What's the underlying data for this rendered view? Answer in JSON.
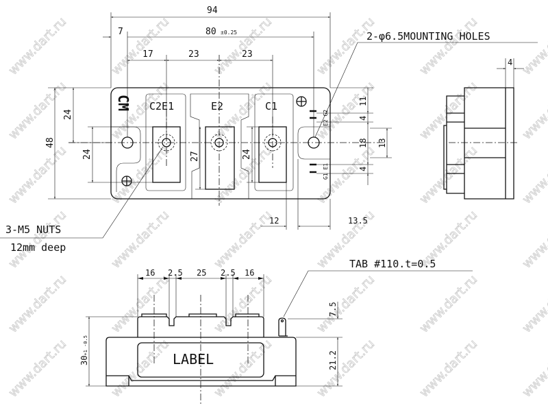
{
  "watermark": "www.dart.ru",
  "top_view": {
    "marking": "CM",
    "terminals": [
      "C2E1",
      "E2",
      "C1"
    ],
    "pin_labels": {
      "upper": "E2 G2",
      "lower": "G1 E1"
    },
    "dims": {
      "overall_width": "94",
      "hole_offset": "7",
      "hole_pitch": "80",
      "hole_pitch_tol": "±0.25",
      "t1": "17",
      "t2": "23",
      "t3": "23",
      "height": "48",
      "half_height": "24",
      "term_h_left": "24",
      "term_h_mid": "27",
      "term_h_right": "24",
      "r11": "11",
      "r4a": "4",
      "r18": "18",
      "r4b": "4",
      "r13": "13",
      "b12": "12",
      "b13_5": "13.5"
    }
  },
  "side_view": {
    "dim_top": "4"
  },
  "bottom_view": {
    "label": "LABEL",
    "dims": {
      "d1": "16",
      "d2": "2.5",
      "d3": "25",
      "d4": "2.5",
      "d5": "16",
      "height": "30",
      "height_tol": "+1 -0.5",
      "tab_h": "7.5",
      "body_h": "21.2"
    }
  },
  "callouts": {
    "mounting": "2-φ6.5MOUNTING HOLES",
    "nuts": "3-M5 NUTS",
    "nuts_depth": "12mm deep",
    "tab": "TAB #110.t=0.5"
  }
}
